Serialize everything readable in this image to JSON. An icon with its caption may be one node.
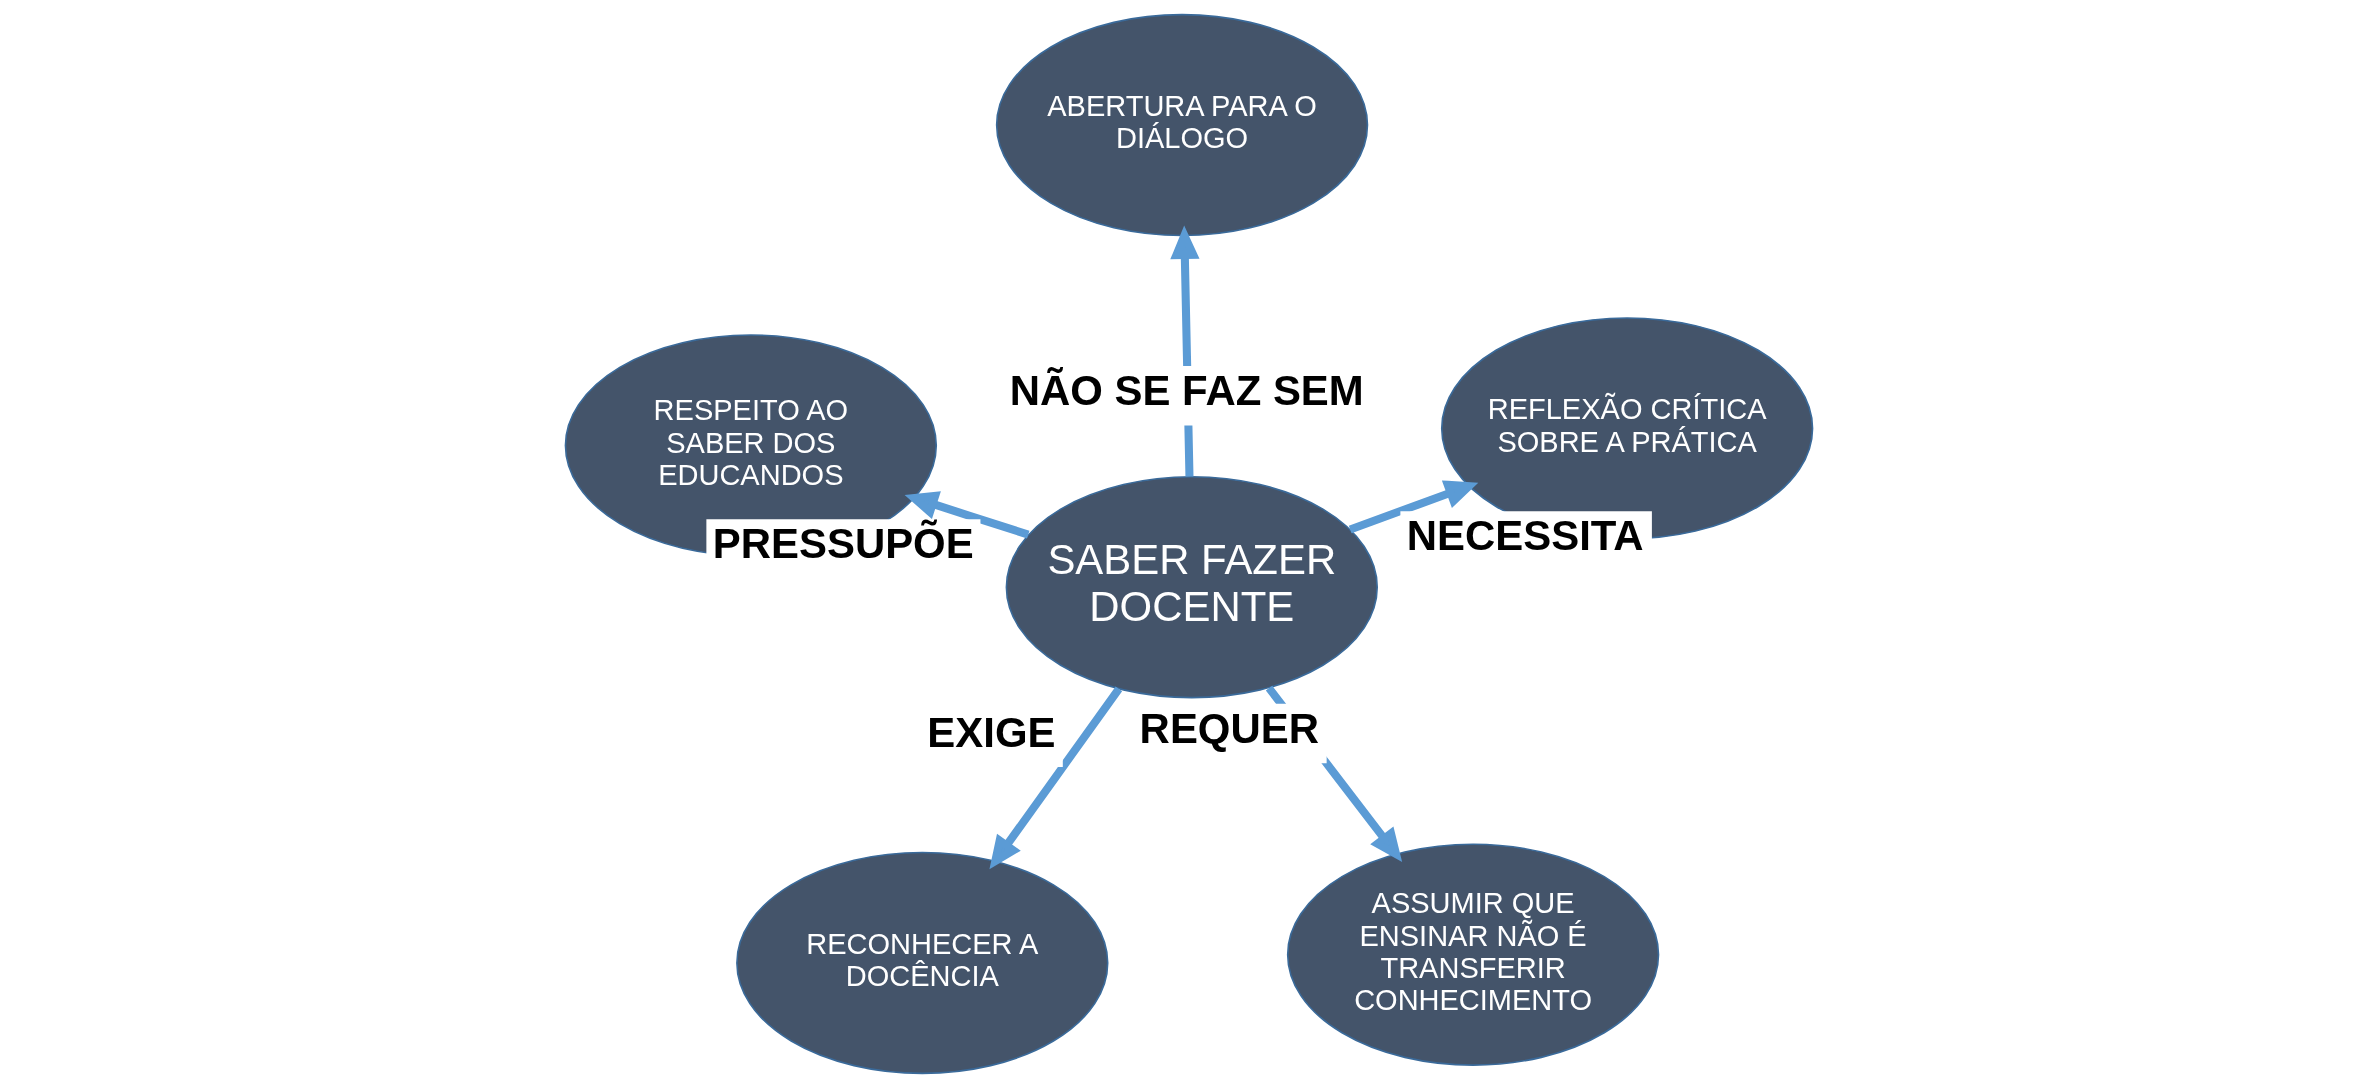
{
  "diagram": {
    "nodes": [
      {
        "text": [
          "RECONHECER A DOCÊNCIA"
        ]
      },
      {
        "text": [
          "ASSUMIR QUE ENSINAR NÃO É TRANSFERIR CONHECIMENTO"
        ]
      },
      {
        "text": [
          "SABER FAZER DOCENTE"
        ]
      },
      {
        "text": [
          "ABERTURA PARA O DIÁLOGO"
        ]
      },
      {
        "text": [
          "REFLEXÃO CRÍTICA SOBRE A PRÁTICA"
        ]
      },
      {
        "text": [
          "RESPEITO AO SABER DOS EDUCANDOS"
        ]
      }
    ],
    "edges": [
      {
        "from": 2,
        "to": 0,
        "arrow": "to",
        "label": "EXIGE"
      },
      {
        "from": 2,
        "to": 1,
        "arrow": "to",
        "label": "REQUER"
      },
      {
        "from": 2,
        "to": 3,
        "arrow": "to",
        "label": "NÃO SE FAZ SEM"
      },
      {
        "from": 2,
        "to": 4,
        "arrow": "to",
        "label": "NECESSITA"
      },
      {
        "from": 2,
        "to": 5,
        "arrow": "to",
        "label": "PRESSUPÕE"
      }
    ]
  }
}
